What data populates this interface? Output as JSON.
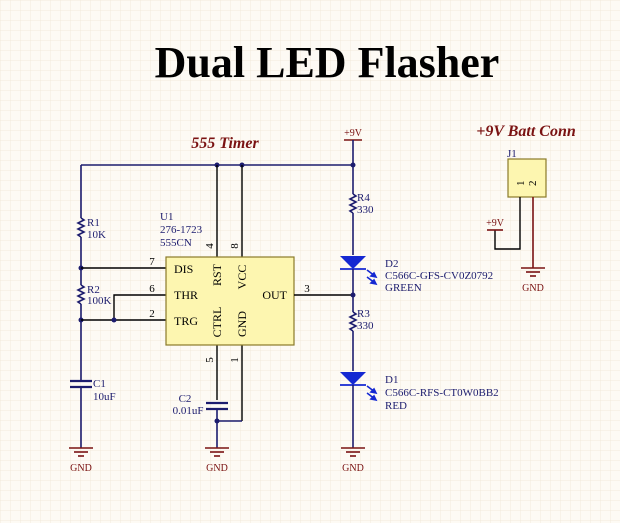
{
  "title": "Dual LED Flasher",
  "sections": {
    "timer": "555 Timer",
    "battery": "+9V Batt Conn"
  },
  "colors": {
    "background": "#fdfaf4",
    "grid": "#efe6d6",
    "wire": "#1c1c6e",
    "ic_fill": "#fdf6b0",
    "ic_stroke": "#8a7a2a",
    "power_symbol": "#7a1212",
    "led_fill": "#1428d2",
    "section_label": "#7a1212"
  },
  "u1": {
    "designator": "U1",
    "part_number": "276-1723",
    "part_name": "555CN",
    "pins": [
      {
        "num": "7",
        "name": "DIS"
      },
      {
        "num": "6",
        "name": "THR"
      },
      {
        "num": "2",
        "name": "TRG"
      },
      {
        "num": "4",
        "name": "RST"
      },
      {
        "num": "8",
        "name": "VCC"
      },
      {
        "num": "5",
        "name": "CTRL"
      },
      {
        "num": "1",
        "name": "GND"
      },
      {
        "num": "3",
        "name": "OUT"
      }
    ]
  },
  "r1": {
    "designator": "R1",
    "value": "10K"
  },
  "r2": {
    "designator": "R2",
    "value": "100K"
  },
  "r3": {
    "designator": "R3",
    "value": "330"
  },
  "r4": {
    "designator": "R4",
    "value": "330"
  },
  "c1": {
    "designator": "C1",
    "value": "10uF"
  },
  "c2": {
    "designator": "C2",
    "value": "0.01uF"
  },
  "d1": {
    "designator": "D1",
    "part": "C566C-RFS-CT0W0BB2",
    "color": "RED"
  },
  "d2": {
    "designator": "D2",
    "part": "C566C-GFS-CV0Z0792",
    "color": "GREEN"
  },
  "j1": {
    "designator": "J1",
    "pin1": "1",
    "pin2": "2"
  },
  "power": {
    "vcc": "+9V",
    "gnd": "GND"
  }
}
